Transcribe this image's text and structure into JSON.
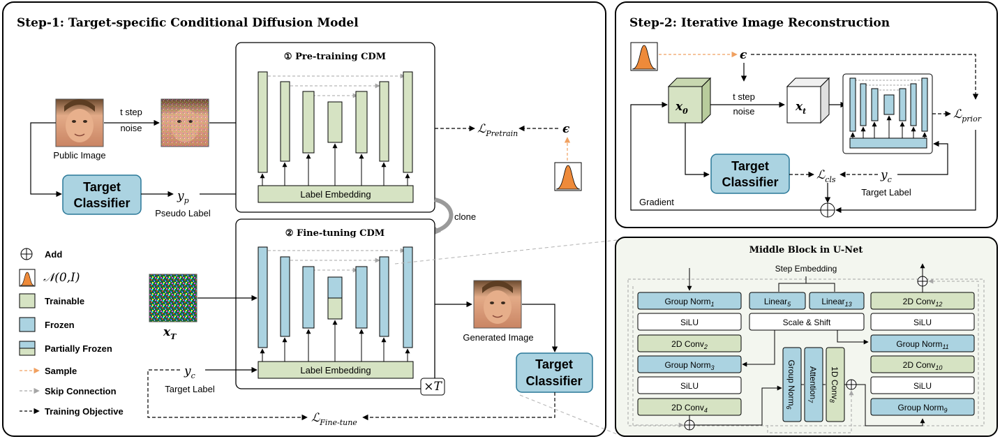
{
  "step1": {
    "title": "Step-1: Target-specific Conditional Diffusion Model",
    "pretrain_title": "① Pre-training CDM",
    "finetune_title": "② Fine-tuning CDM",
    "public_image": "Public Image",
    "t_step": "t step",
    "noise": "noise",
    "target_classifier_1": "Target",
    "target_classifier_2": "Classifier",
    "pseudo_label": "Pseudo Label",
    "y_p": "y",
    "y_p_sub": "p",
    "label_embedding": "Label Embedding",
    "loss_pretrain": "ℒ",
    "loss_pretrain_sub": "Pretrain",
    "epsilon": "ϵ",
    "clone": "clone",
    "x_T": "x",
    "x_T_sub": "T",
    "y_c": "y",
    "y_c_sub": "c",
    "target_label": "Target Label",
    "times_T": "×T",
    "generated_image": "Generated Image",
    "loss_finetune": "ℒ",
    "loss_finetune_sub": "Fine-tune"
  },
  "legend": {
    "add": "Add",
    "normal": "𝒩(0,I)",
    "trainable": "Trainable",
    "frozen": "Frozen",
    "partially_frozen": "Partially Frozen",
    "sample": "Sample",
    "skip": "Skip Connection",
    "training_objective": "Training Objective"
  },
  "step2": {
    "title": "Step-2: Iterative Image Reconstruction",
    "x0": "x",
    "x0_sub": "0",
    "xt": "x",
    "xt_sub": "t",
    "t_step": "t step",
    "noise": "noise",
    "epsilon": "ϵ",
    "loss_prior": "ℒ",
    "loss_prior_sub": "prior",
    "loss_cls": "ℒ",
    "loss_cls_sub": "cls",
    "y_c": "y",
    "y_c_sub": "c",
    "target_label": "Target Label",
    "target_classifier_1": "Target",
    "target_classifier_2": "Classifier",
    "gradient": "Gradient"
  },
  "middle_block": {
    "title": "Middle Block in U-Net",
    "step_embedding": "Step Embedding",
    "group_norm_1": "Group Norm",
    "group_norm_1_sub": "1",
    "silu_a": "SiLU",
    "conv_2": "2D Conv",
    "conv_2_sub": "2",
    "group_norm_3": "Group Norm",
    "group_norm_3_sub": "3",
    "silu_b": "SiLU",
    "conv_4": "2D Conv",
    "conv_4_sub": "4",
    "linear_5": "Linear",
    "linear_5_sub": "5",
    "linear_13": "Linear",
    "linear_13_sub": "13",
    "scale_shift": "Scale & Shift",
    "group_norm_6": "Group Norm",
    "group_norm_6_sub": "6",
    "attention_7": "Attention",
    "attention_7_sub": "7",
    "conv1d_8": "1D Conv",
    "conv1d_8_sub": "8",
    "conv_12": "2D Conv",
    "conv_12_sub": "12",
    "silu_c": "SiLU",
    "group_norm_11": "Group Norm",
    "group_norm_11_sub": "11",
    "conv_10": "2D Conv",
    "conv_10_sub": "10",
    "silu_d": "SiLU",
    "group_norm_9": "Group Norm",
    "group_norm_9_sub": "9"
  },
  "colors": {
    "trainable": "#d6e3c3",
    "frozen": "#abd3e1",
    "sample_arrow": "#f0a060",
    "skip_arrow": "#a6a6a6",
    "orange_fill": "#ee8a3a",
    "panel_bg": "#f3f6ef"
  }
}
